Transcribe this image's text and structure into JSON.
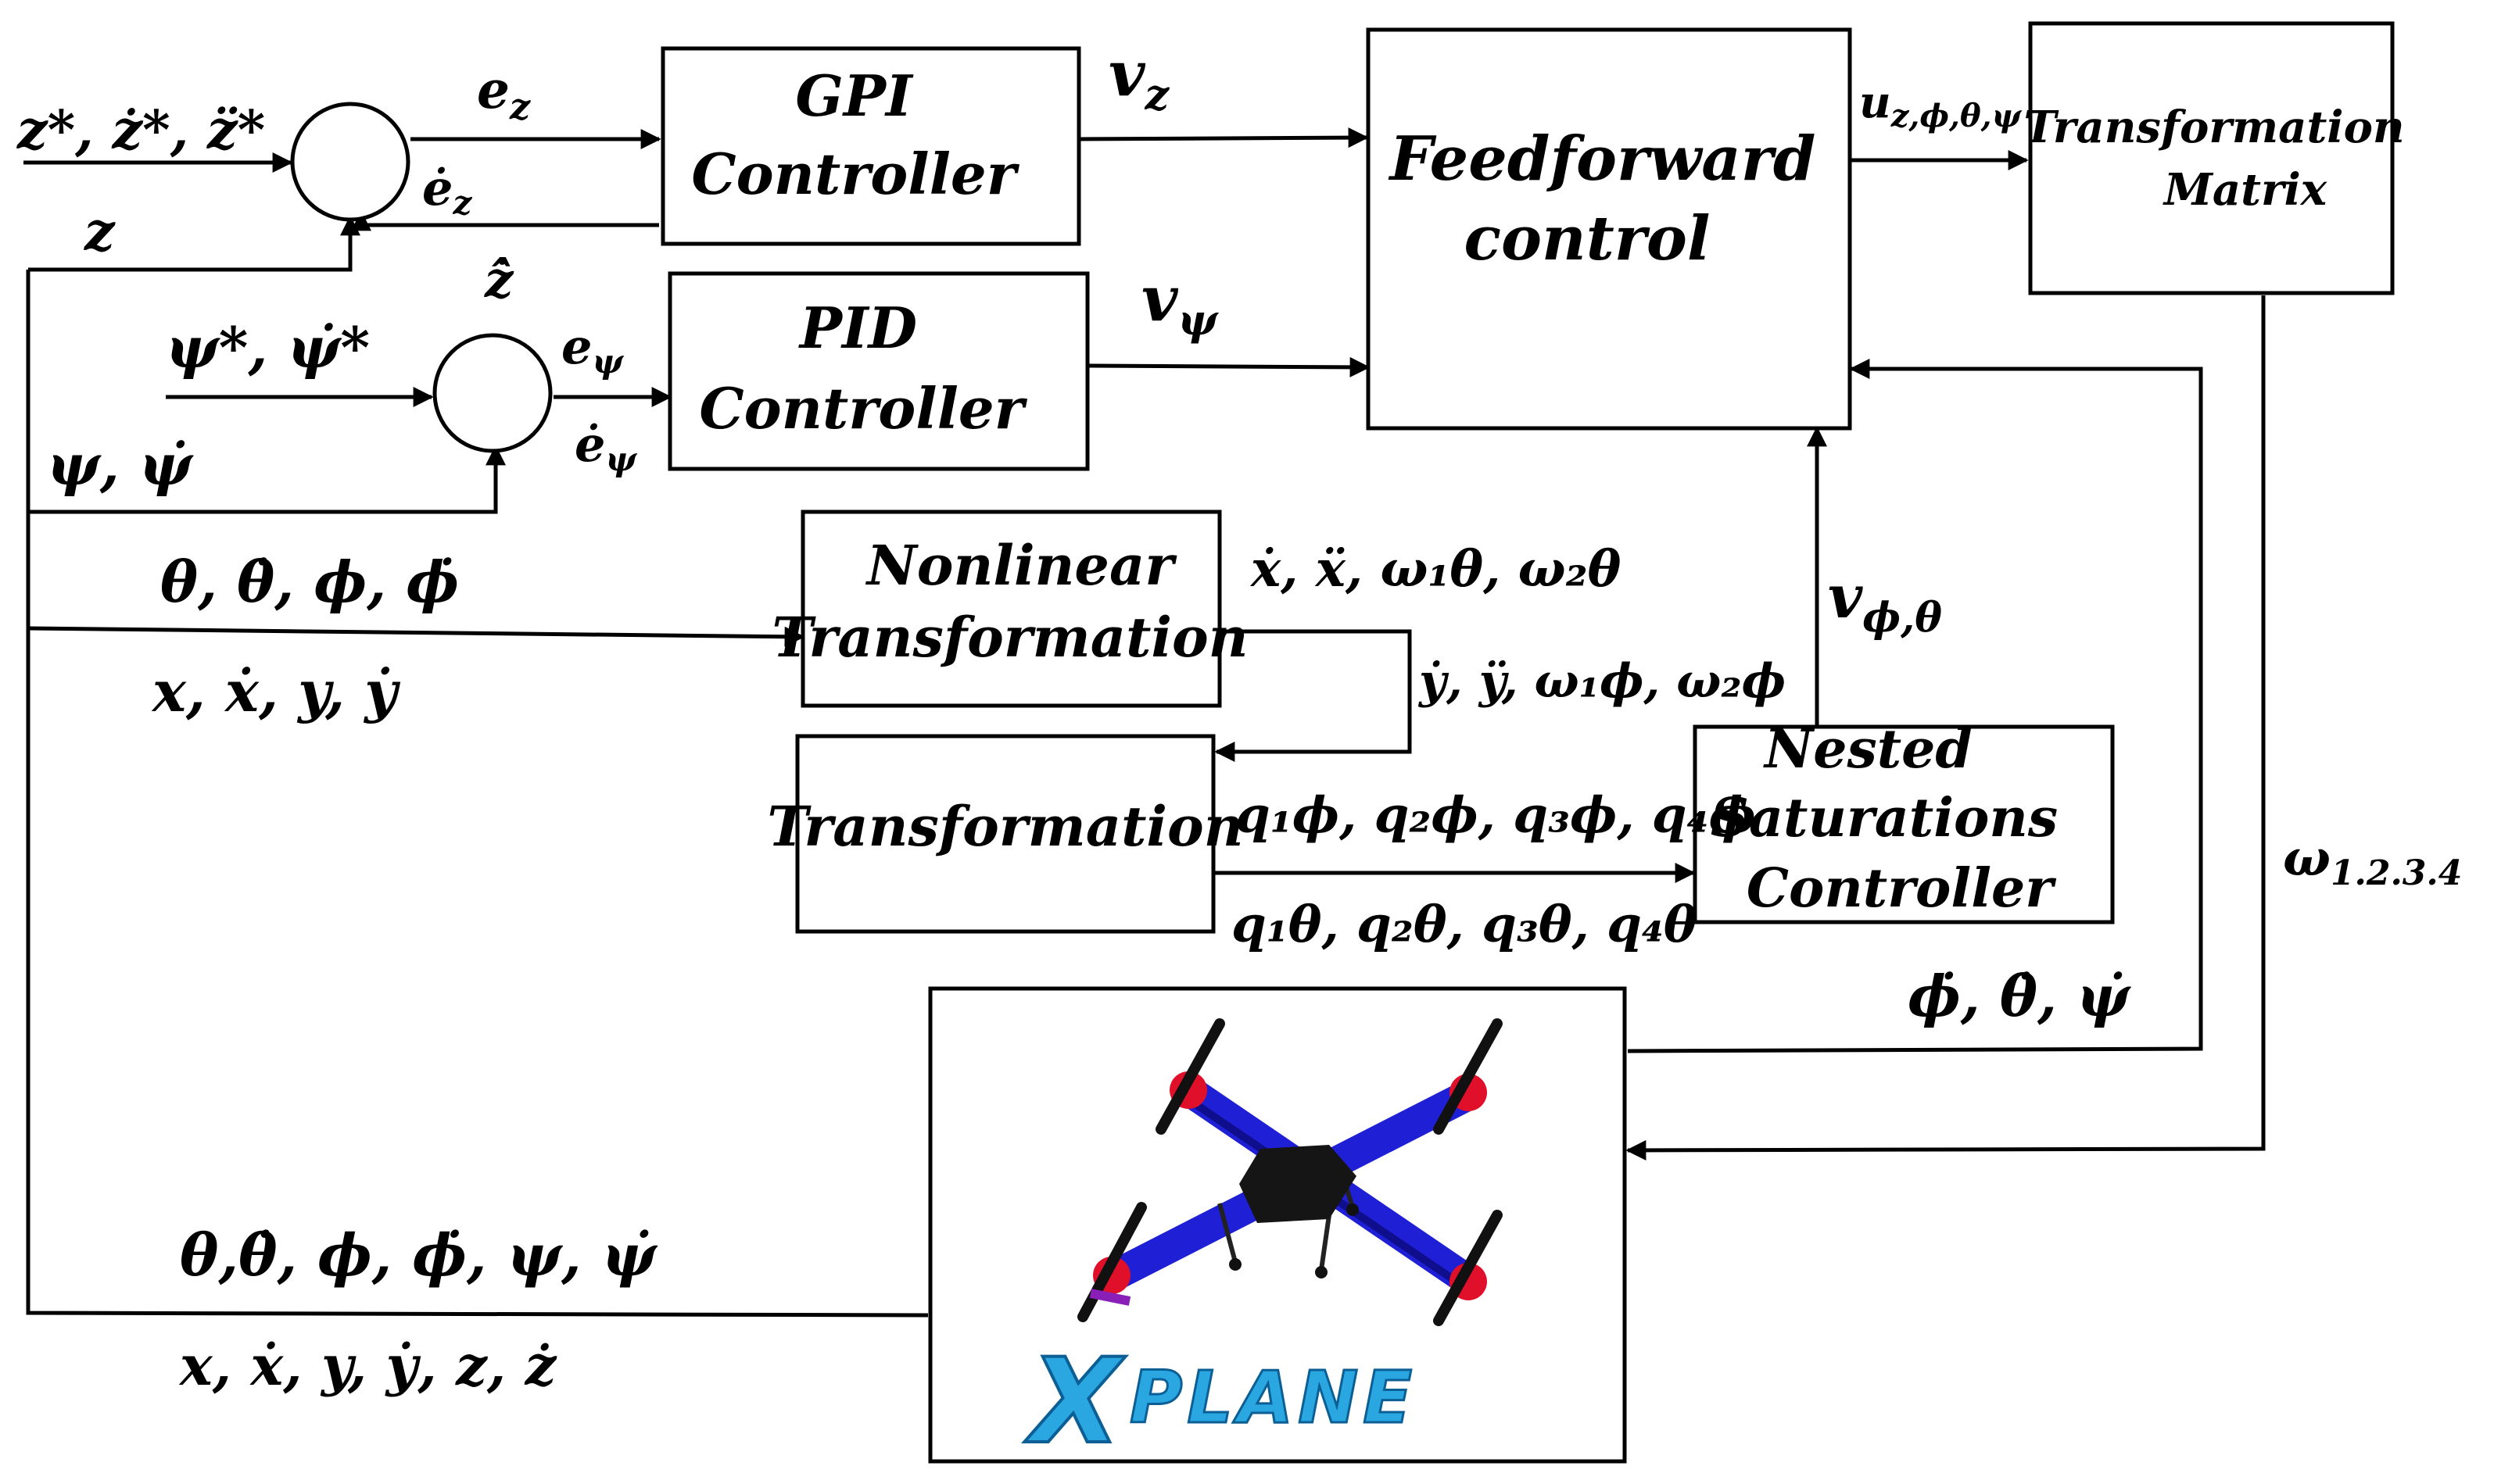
{
  "blocks": {
    "gpi": [
      "GPI",
      "Controller"
    ],
    "pid": [
      "PID",
      "Controller"
    ],
    "feedforward": [
      "Feedforward",
      "control"
    ],
    "transformation_matrix": [
      "Transformation",
      "Matrix"
    ],
    "nonlinear": [
      "Nonlinear",
      "Transformation"
    ],
    "transformation": "Transformation",
    "nested": [
      "Nested",
      "Saturations",
      "Controller"
    ]
  },
  "signals": {
    "z_ref": "z*, ż*, z̈*",
    "z_fb": "z",
    "e_z": "e",
    "e_z_sub": "z",
    "e_z_dot": "ė",
    "e_z_dot_sub": "z",
    "v_z": "v",
    "v_z_sub": "z",
    "z_hat": "ẑ̇",
    "psi_ref": "ψ*, ψ̇*",
    "psi_fb": "ψ, ψ̇",
    "e_psi": "e",
    "e_psi_sub": "ψ",
    "e_psi_dot": "ė",
    "e_psi_dot_sub": "ψ",
    "v_psi": "v",
    "v_psi_sub": "ψ",
    "u": "u",
    "u_sub": "z,ϕ,θ,ψ",
    "theta_phi": "θ, θ̇, ϕ, ϕ̇",
    "xy": "x, ẋ, y, ẏ",
    "x_omega": "ẋ, ẍ, ω₁θ, ω₂θ",
    "y_omega": "ẏ, ÿ, ω₁ϕ, ω₂ϕ",
    "q_phi": "q₁ϕ, q₂ϕ, q₃ϕ, q₄ϕ",
    "q_theta": "q₁θ, q₂θ, q₃θ, q₄θ",
    "v_phitheta": "v",
    "v_phitheta_sub": "ϕ,θ",
    "omega": "ω",
    "omega_sub": "1.2.3.4",
    "rates": "ϕ̇, θ̇, ψ̇",
    "out_angles": "θ,θ̇, ϕ, ϕ̇, ψ, ψ̇",
    "out_pos": "x, ẋ, y, ẏ, z, ż"
  },
  "logo": {
    "mark": "X",
    "word": "PLANE"
  },
  "colors": {
    "line": "#000000",
    "arm_blue": "#1f1fd6",
    "motor_red": "#e0102a",
    "body_dark": "#151515",
    "logo_cyan": "#2aa6e0",
    "logo_dark": "#0b5f95"
  }
}
